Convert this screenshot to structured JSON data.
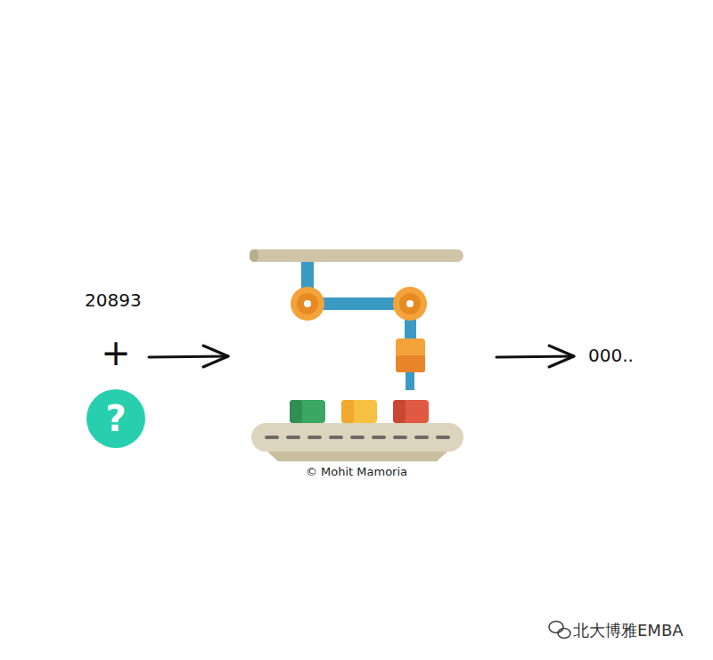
{
  "diagram": {
    "nodes": [
      {
        "text": [
          "?"
        ]
      }
    ],
    "labels": [
      "20893",
      "+",
      "© Mohit Mamoria",
      "000..",
      "北大博雅EMBA"
    ]
  }
}
